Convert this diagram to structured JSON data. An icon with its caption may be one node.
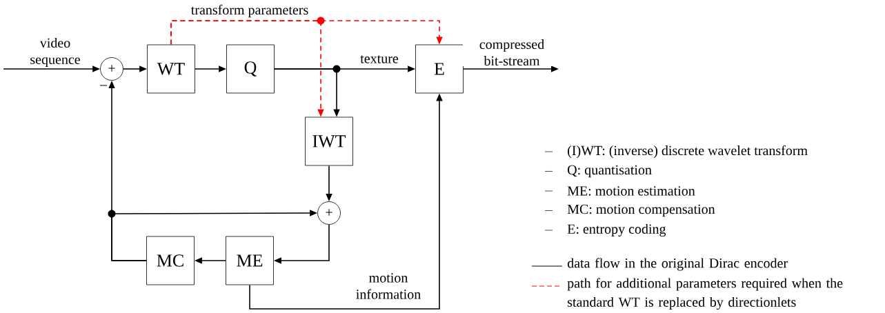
{
  "diagram": {
    "nodes": [
      {
        "text": [
          "+"
        ],
        "beside": [
          "–"
        ]
      },
      {
        "text": [
          "WT"
        ]
      },
      {
        "text": [
          "Q"
        ]
      },
      {
        "text": [
          "E"
        ]
      },
      {
        "text": [
          "IWT"
        ]
      },
      {
        "text": [
          "+"
        ]
      },
      {
        "text": [
          "MC"
        ]
      },
      {
        "text": [
          "ME"
        ]
      }
    ],
    "edges": [
      {
        "from": null,
        "to": 0,
        "arrow": "to",
        "label": "video sequence"
      },
      {
        "from": 0,
        "to": 1,
        "arrow": "to"
      },
      {
        "from": 1,
        "to": 2,
        "arrow": "to"
      },
      {
        "from": 2,
        "to": 3,
        "arrow": "to",
        "label": "texture"
      },
      {
        "from": 2,
        "to": 4,
        "arrow": "to"
      },
      {
        "from": 3,
        "to": null,
        "arrow": "to",
        "label": "compressed bit-stream"
      },
      {
        "from": 1,
        "to": 3,
        "arrow": "to",
        "style": "dashed",
        "color": "#ff0000",
        "label": "transform parameters"
      },
      {
        "from": 1,
        "to": 4,
        "arrow": "to",
        "style": "dashed",
        "color": "#ff0000"
      },
      {
        "from": 4,
        "to": 5,
        "arrow": "to"
      },
      {
        "from": 6,
        "to": 5,
        "arrow": "to"
      },
      {
        "from": 6,
        "to": 0,
        "arrow": "to"
      },
      {
        "from": 5,
        "to": 7,
        "arrow": "to"
      },
      {
        "from": 7,
        "to": 6,
        "arrow": "to"
      },
      {
        "from": 7,
        "to": 3,
        "arrow": "to",
        "label": "motion information"
      }
    ],
    "labels": [
      "(I)WT: (inverse) discrete wavelet transform",
      "Q: quantisation",
      "ME: motion estimation",
      "MC: motion compensation",
      "E: entropy coding"
    ],
    "legend": [
      {
        "text": "data flow in the original Dirac encoder"
      },
      {
        "text": "path for additional parameters required when the standard WT is replaced by directionlets"
      }
    ]
  }
}
